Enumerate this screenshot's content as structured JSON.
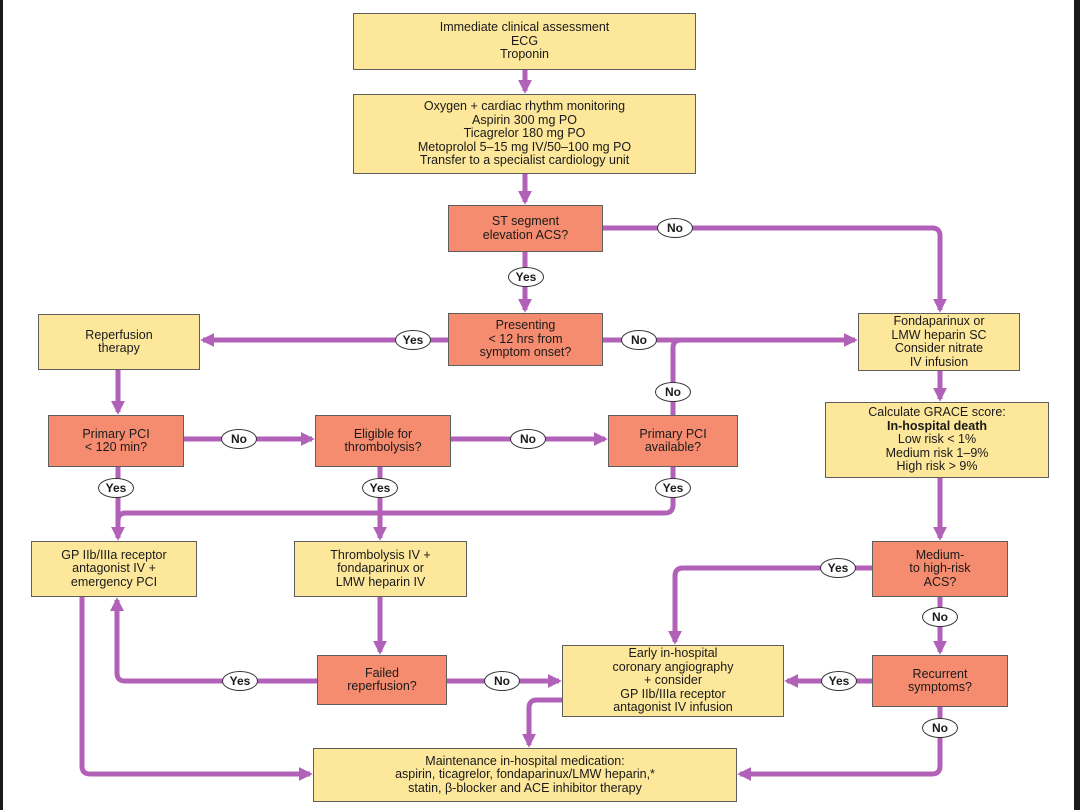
{
  "colors": {
    "arrow": "#b161b7",
    "decision": "#f58c6f",
    "action": "#fde79b"
  },
  "nodes": {
    "assessment": [
      "Immediate clinical assessment",
      "ECG",
      "Troponin"
    ],
    "initial_treatment": [
      "Oxygen + cardiac rhythm monitoring",
      "Aspirin 300 mg PO",
      "Ticagrelor 180 mg PO",
      "Metoprolol 5–15 mg IV/50–100 mg PO",
      "Transfer to a specialist cardiology unit"
    ],
    "st_elevation": [
      "ST segment",
      "elevation ACS?"
    ],
    "presenting_12hrs": [
      "Presenting",
      "< 12 hrs from",
      "symptom onset?"
    ],
    "reperfusion_therapy": [
      "Reperfusion",
      "therapy"
    ],
    "primary_pci_120": [
      "Primary PCI",
      "< 120 min?"
    ],
    "eligible_thrombolysis": [
      "Eligible for",
      "thrombolysis?"
    ],
    "primary_pci_available": [
      "Primary PCI",
      "available?"
    ],
    "fondaparinux": [
      "Fondaparinux or",
      "LMW heparin SC",
      "Consider nitrate",
      "IV infusion"
    ],
    "grace_score": {
      "title": "Calculate GRACE score:",
      "subtitle": "In-hospital death",
      "risks": [
        "Low risk < 1%",
        "Medium risk 1–9%",
        "High risk > 9%"
      ]
    },
    "gp_emergency_pci": [
      "GP IIb/IIIa receptor",
      "antagonist IV +",
      "emergency PCI"
    ],
    "thrombolysis_iv": [
      "Thrombolysis IV +",
      "fondaparinux or",
      "LMW heparin IV"
    ],
    "medium_high_risk": [
      "Medium-",
      "to high-risk",
      "ACS?"
    ],
    "failed_reperfusion": [
      "Failed",
      "reperfusion?"
    ],
    "early_angiography": [
      "Early in-hospital",
      "coronary angiography",
      "+ consider",
      "GP IIb/IIIa receptor",
      "antagonist IV infusion"
    ],
    "recurrent_symptoms": [
      "Recurrent",
      "symptoms?"
    ],
    "maintenance": [
      "Maintenance in-hospital medication:",
      "aspirin, ticagrelor, fondaparinux/LMW heparin,*",
      "statin, β-blocker and ACE inhibitor therapy"
    ]
  },
  "labels": {
    "yes": "Yes",
    "no": "No"
  }
}
